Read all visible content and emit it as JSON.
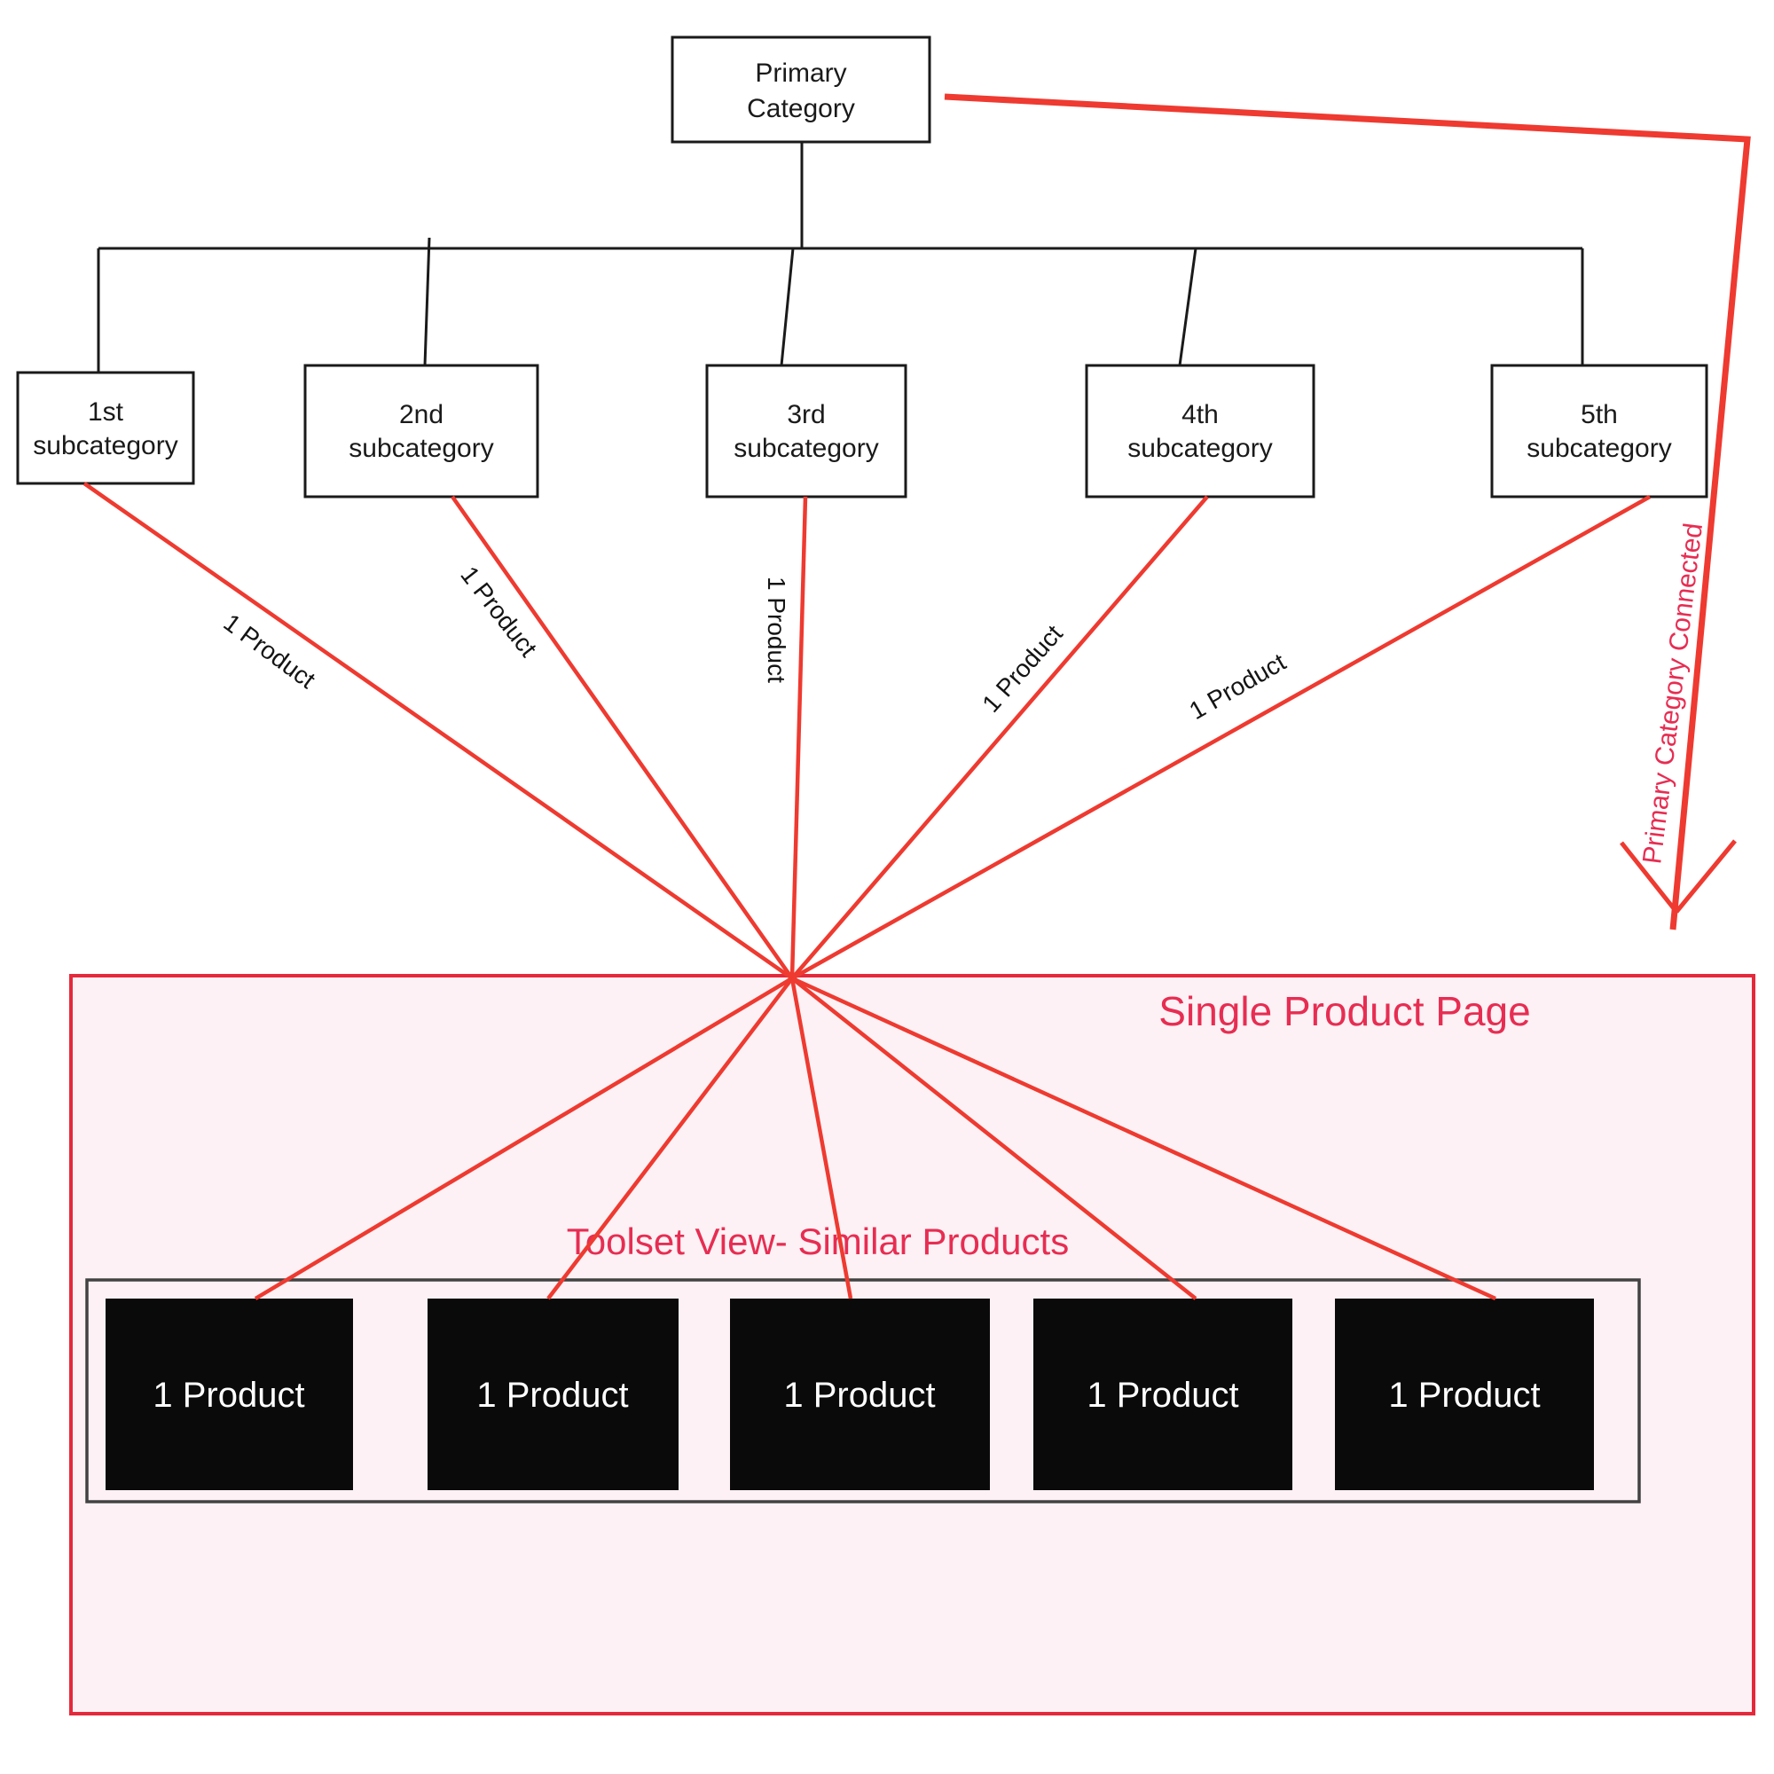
{
  "colors": {
    "fan_line_red": "#ee3a30",
    "panel_border_red": "#e5293b",
    "panel_fill_pink": "#fdf1f5",
    "crimson_text": "#e72d52",
    "tree_line_black": "#1a1a1a",
    "container_border_gray": "#424242",
    "tile_black": "#0a0a0a"
  },
  "tree": {
    "primary": {
      "line1": "Primary",
      "line2": "Category"
    },
    "subcategories": [
      {
        "line1": "1st",
        "line2": "subcategory"
      },
      {
        "line1": "2nd",
        "line2": "subcategory"
      },
      {
        "line1": "3rd",
        "line2": "subcategory"
      },
      {
        "line1": "4th",
        "line2": "subcategory"
      },
      {
        "line1": "5th",
        "line2": "subcategory"
      }
    ]
  },
  "edge_labels": [
    "1 Product",
    "1 Product",
    "1 Product",
    "1 Product",
    "1 Product"
  ],
  "connector_label": "Primary Category Connected",
  "product_page": {
    "title": "Single Product Page",
    "toolset_title": "Toolset View- Similar Products",
    "products": [
      "1 Product",
      "1 Product",
      "1 Product",
      "1 Product",
      "1 Product"
    ]
  }
}
